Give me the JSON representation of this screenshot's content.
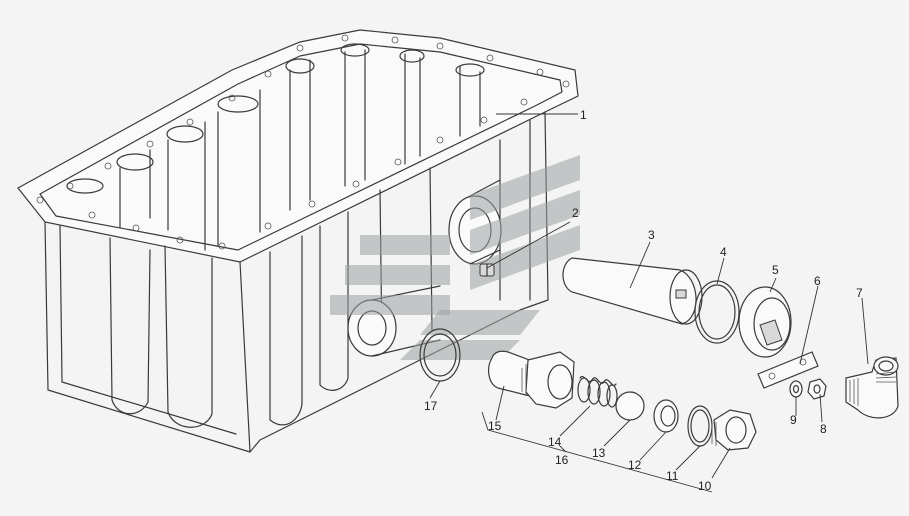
{
  "diagram": {
    "callouts": [
      {
        "id": "1",
        "label": "1"
      },
      {
        "id": "2",
        "label": "2"
      },
      {
        "id": "3",
        "label": "3"
      },
      {
        "id": "4",
        "label": "4"
      },
      {
        "id": "5",
        "label": "5"
      },
      {
        "id": "6",
        "label": "6"
      },
      {
        "id": "7",
        "label": "7"
      },
      {
        "id": "8",
        "label": "8"
      },
      {
        "id": "9",
        "label": "9"
      },
      {
        "id": "10",
        "label": "10"
      },
      {
        "id": "11",
        "label": "11"
      },
      {
        "id": "12",
        "label": "12"
      },
      {
        "id": "13",
        "label": "13"
      },
      {
        "id": "14",
        "label": "14"
      },
      {
        "id": "15",
        "label": "15"
      },
      {
        "id": "16",
        "label": "16"
      },
      {
        "id": "17",
        "label": "17"
      }
    ]
  },
  "colors": {
    "background": "#f4f4f4",
    "line": "#3a3a3a",
    "watermark": "#9aa0a0"
  }
}
